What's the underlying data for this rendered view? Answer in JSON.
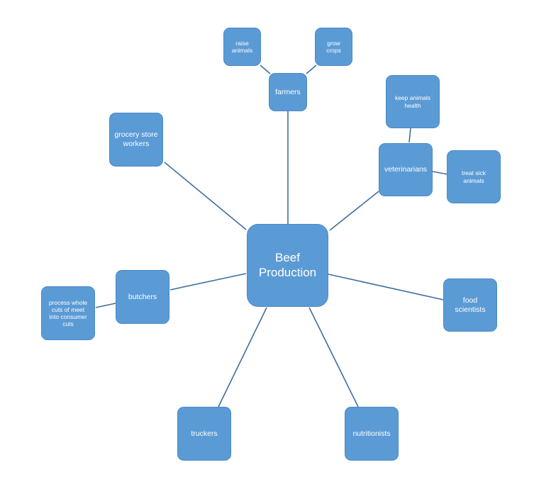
{
  "nodes": {
    "center": "Beef\nProduction",
    "farmers": "farmers",
    "raise_animals": "raise\nanimals",
    "grow_crops": "grow\ncrops",
    "veterinarians": "veterinarians",
    "keep_animals_health": "keep animals\nhealth",
    "treat_sick_animals": "treat sick\nanimals",
    "grocery_store_workers": "grocery store\nworkers",
    "butchers": "butchers",
    "process_whole_cuts": "process whole\ncuts of meet\ninto consumer\ncuts",
    "food_scientists": "food\nscientists",
    "truckers": "truckers",
    "nutritionists": "nutritionists"
  },
  "colors": {
    "node_fill": "#5b9bd5",
    "node_border": "#4a89c4",
    "connector": "#3f6f9f",
    "text": "#ffffff"
  }
}
